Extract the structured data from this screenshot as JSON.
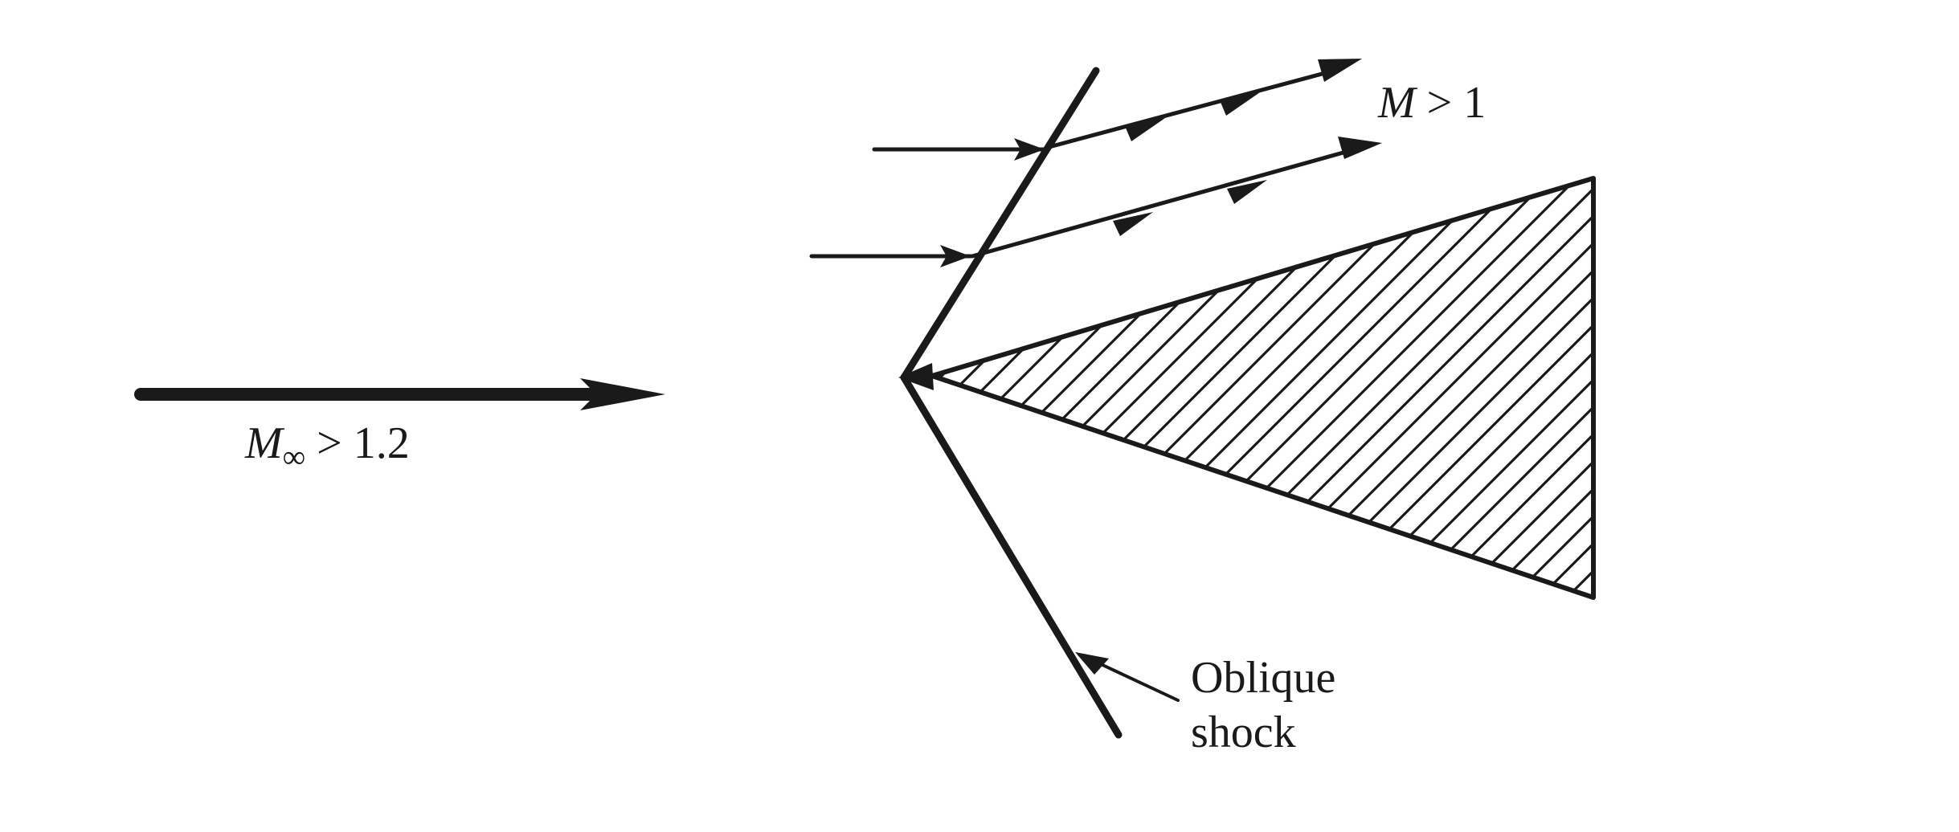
{
  "labels": {
    "freestream_symbol": "M",
    "freestream_subscript": "∞",
    "freestream_condition": " > 1.2",
    "downstream_symbol": "M",
    "downstream_condition": " > 1",
    "shock_line1": "Oblique",
    "shock_line2": "shock"
  },
  "icons": {
    "arrowhead": "arrowhead-icon"
  },
  "colors": {
    "ink": "#1a1a1a",
    "background": "#ffffff"
  }
}
